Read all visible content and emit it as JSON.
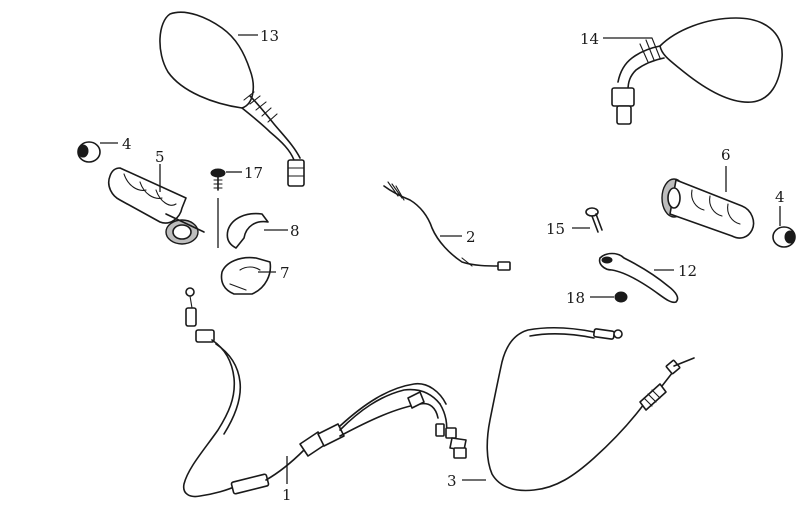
{
  "callouts": {
    "c1": "1",
    "c2": "2",
    "c3": "3",
    "c4a": "4",
    "c4b": "4",
    "c5": "5",
    "c6": "6",
    "c7": "7",
    "c8": "8",
    "c12": "12",
    "c13": "13",
    "c14": "14",
    "c15": "15",
    "c17": "17",
    "c18": "18"
  },
  "colors": {
    "ink": "#1a1a1a",
    "paper": "#ffffff",
    "shade": "#bdbdbd"
  }
}
